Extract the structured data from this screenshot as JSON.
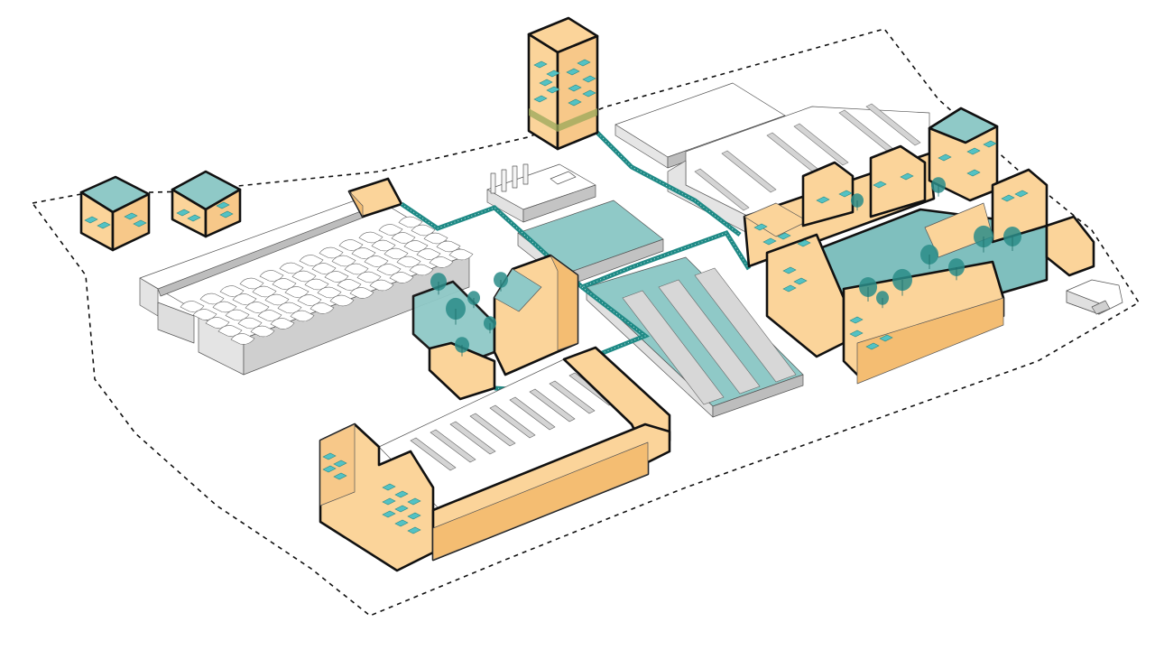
{
  "diagram": {
    "type": "axonometric-site-plan",
    "colors": {
      "new_building": "#fbd49a",
      "new_building_side": "#f4bd72",
      "new_building_dark": "#e8a85a",
      "green_roof": "#8fc9c7",
      "water_courtyard": "#7fbfbe",
      "tree": "#2a8c88",
      "window": "#53c2c4",
      "link_path": "#1f8a86",
      "existing_building": "#ffffff",
      "existing_shadow": "#d4d4d4",
      "existing_dark": "#b9b9b9",
      "outline": "#111111"
    },
    "elements": {
      "site_boundary": "dashed-site-boundary",
      "pedestrian_link": "elevated-green-walkway",
      "buildings": [
        {
          "id": "tower-north",
          "kind": "new",
          "label": "tower"
        },
        {
          "id": "cube-west-1",
          "kind": "new",
          "label": "cube"
        },
        {
          "id": "cube-west-2",
          "kind": "new",
          "label": "cube"
        },
        {
          "id": "small-roof-block",
          "kind": "new",
          "label": "small-block"
        },
        {
          "id": "sawtooth-hall-west",
          "kind": "existing",
          "label": "vaulted-hall"
        },
        {
          "id": "chimney-building",
          "kind": "existing",
          "label": "boiler-house"
        },
        {
          "id": "pool-building",
          "kind": "existing",
          "label": "green-roof-hall"
        },
        {
          "id": "stepped-block-central",
          "kind": "new",
          "label": "stepped-terrace"
        },
        {
          "id": "u-block-south",
          "kind": "new",
          "label": "u-block"
        },
        {
          "id": "shed-roof-hall",
          "kind": "existing",
          "label": "shed-hall"
        },
        {
          "id": "north-slab",
          "kind": "existing",
          "label": "slab"
        },
        {
          "id": "northlight-hall-east",
          "kind": "existing",
          "label": "northlight-hall"
        },
        {
          "id": "courtyard-complex-east",
          "kind": "new",
          "label": "courtyard-complex"
        },
        {
          "id": "tower-east",
          "kind": "new",
          "label": "tower"
        },
        {
          "id": "small-sheds-east",
          "kind": "existing",
          "label": "sheds"
        }
      ]
    }
  }
}
